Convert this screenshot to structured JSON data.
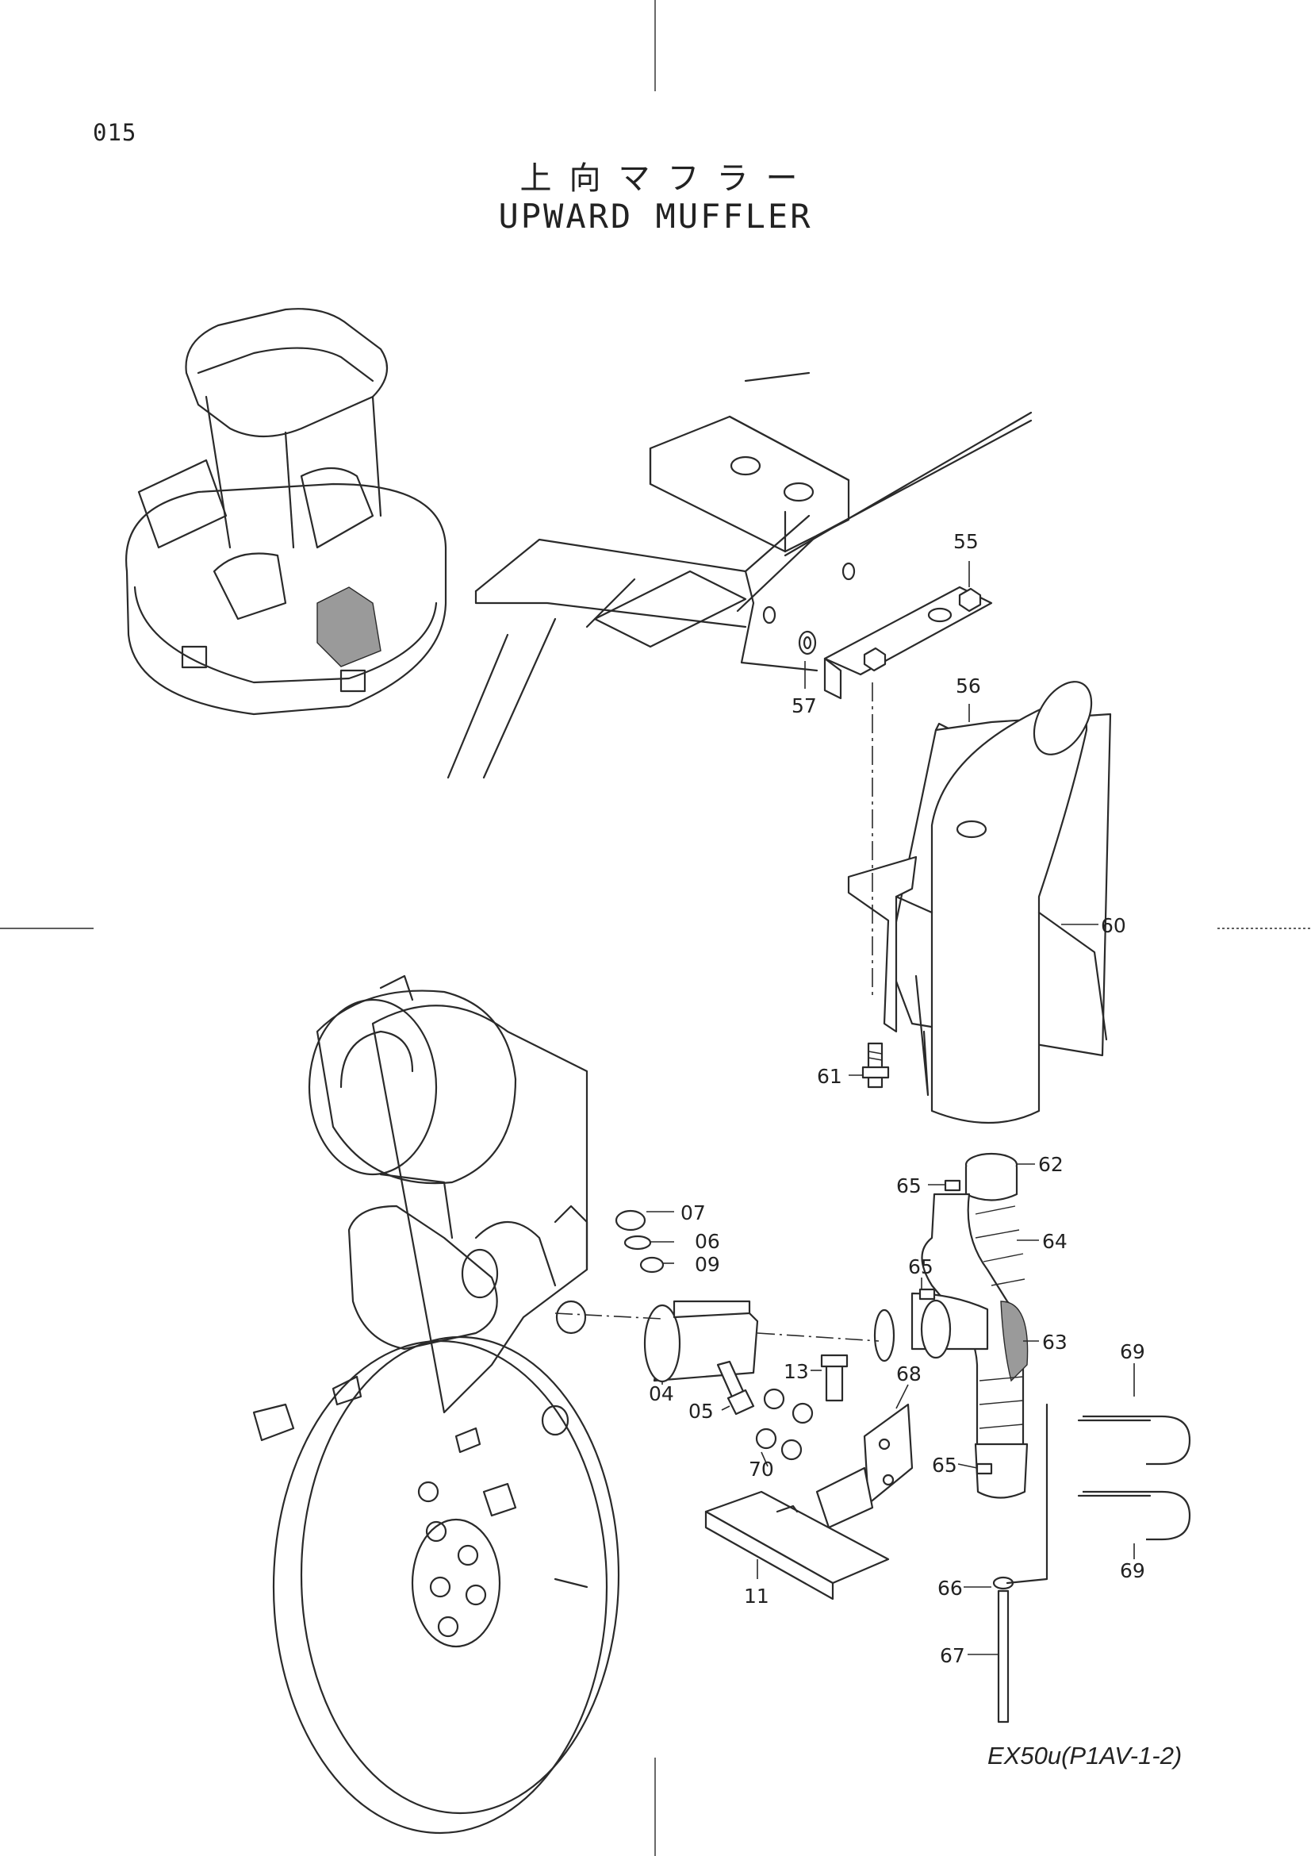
{
  "page_number": "015",
  "title_jp": "上向マフラー",
  "title_en": "UPWARD  MUFFLER",
  "model_code": "EX50u(P1AV-1-2)",
  "callouts": {
    "c55": "55",
    "c56": "56",
    "c57": "57",
    "c60": "60",
    "c61": "61",
    "c62": "62",
    "c63": "63",
    "c64": "64",
    "c65a": "65",
    "c65b": "65",
    "c65c": "65",
    "c66": "66",
    "c67": "67",
    "c68": "68",
    "c69a": "69",
    "c69b": "69",
    "c70": "70",
    "c04": "04",
    "c05": "05",
    "c06": "06",
    "c07": "07",
    "c09": "09",
    "c11": "11",
    "c13": "13"
  }
}
